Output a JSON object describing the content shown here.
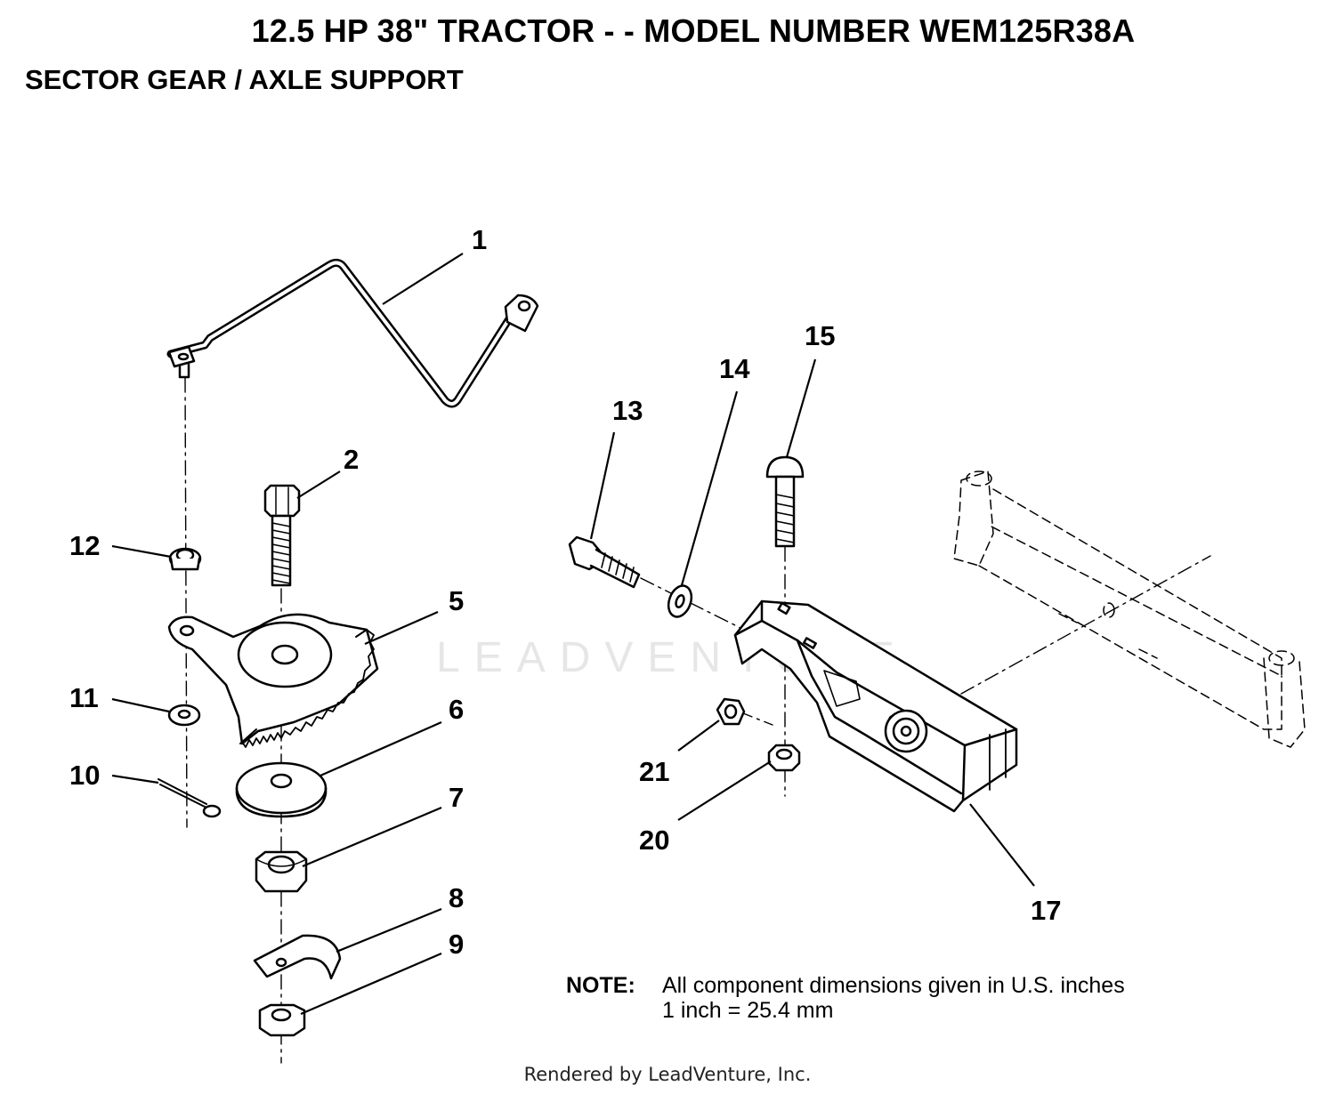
{
  "header": {
    "title": "12.5 HP 38\" TRACTOR - - MODEL NUMBER WEM125R38A",
    "subtitle": "SECTOR GEAR / AXLE SUPPORT"
  },
  "watermark": {
    "text": "LEADVENTURE"
  },
  "callouts": [
    {
      "id": "1",
      "label": "1"
    },
    {
      "id": "2",
      "label": "2"
    },
    {
      "id": "5",
      "label": "5"
    },
    {
      "id": "6",
      "label": "6"
    },
    {
      "id": "7",
      "label": "7"
    },
    {
      "id": "8",
      "label": "8"
    },
    {
      "id": "9",
      "label": "9"
    },
    {
      "id": "10",
      "label": "10"
    },
    {
      "id": "11",
      "label": "11"
    },
    {
      "id": "12",
      "label": "12"
    },
    {
      "id": "13",
      "label": "13"
    },
    {
      "id": "14",
      "label": "14"
    },
    {
      "id": "15",
      "label": "15"
    },
    {
      "id": "17",
      "label": "17"
    },
    {
      "id": "20",
      "label": "20"
    },
    {
      "id": "21",
      "label": "21"
    }
  ],
  "note": {
    "label": "NOTE:",
    "line1": "All component dimensions given in U.S. inches",
    "line2": "1 inch = 25.4 mm"
  },
  "footer": {
    "text": "Rendered by LeadVenture, Inc."
  }
}
